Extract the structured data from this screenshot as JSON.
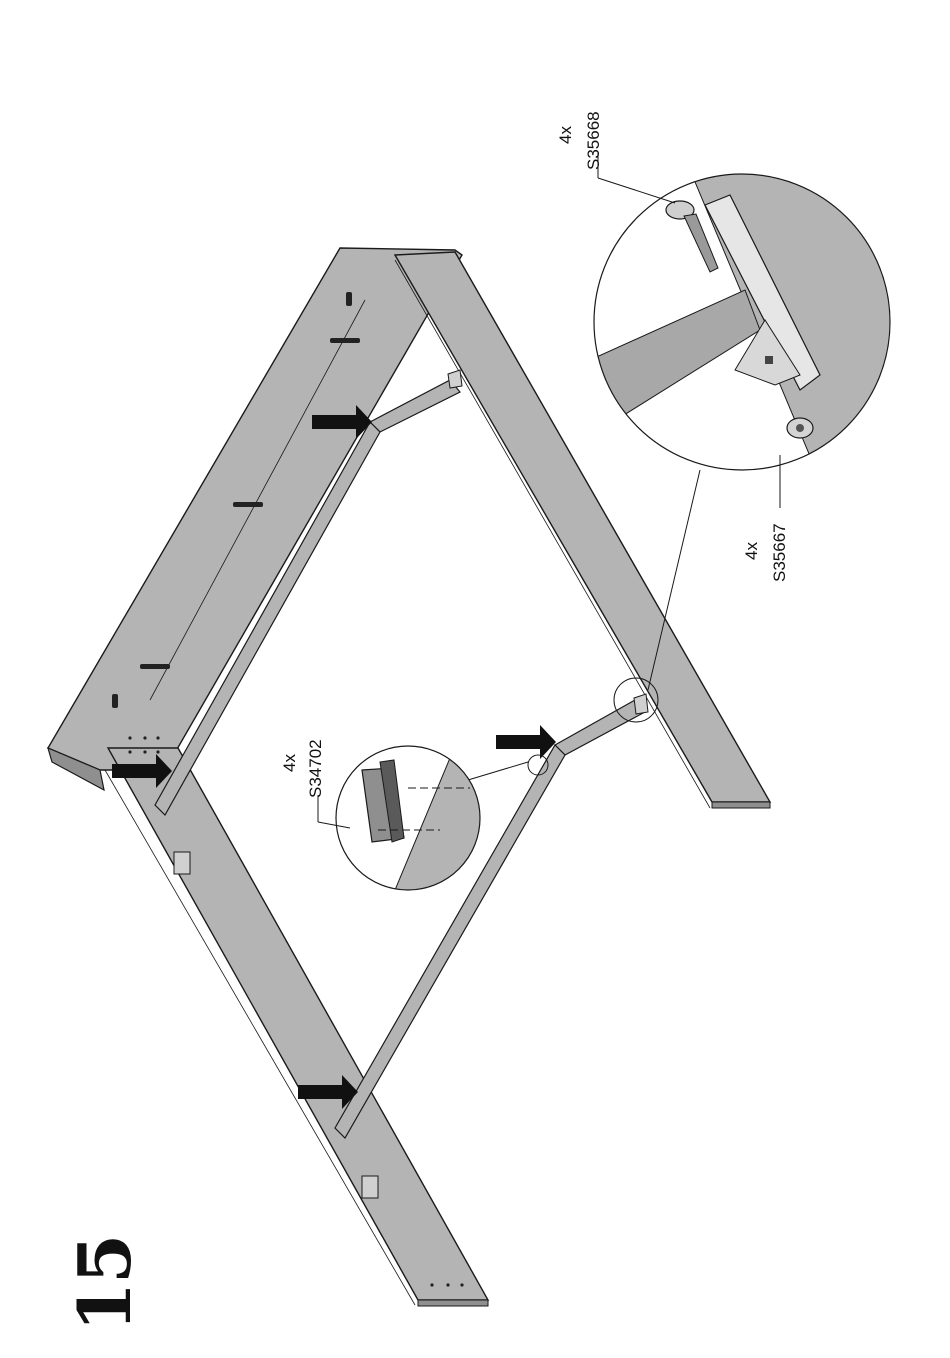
{
  "step": {
    "number": "15"
  },
  "callouts": [
    {
      "id": "bolt",
      "quantity": "4x",
      "part": "S35668"
    },
    {
      "id": "wing-nut",
      "quantity": "4x",
      "part": "S35667"
    },
    {
      "id": "dowel",
      "quantity": "4x",
      "part": "S34702"
    }
  ],
  "colors": {
    "panel": "#b4b4b4",
    "panel_dark": "#8f8f8f",
    "line": "#1a1a1a",
    "arrow": "#111111"
  },
  "icons": [
    "insert-arrow-icon",
    "bolt-icon",
    "wing-nut-icon",
    "dowel-icon",
    "bracket-icon"
  ]
}
